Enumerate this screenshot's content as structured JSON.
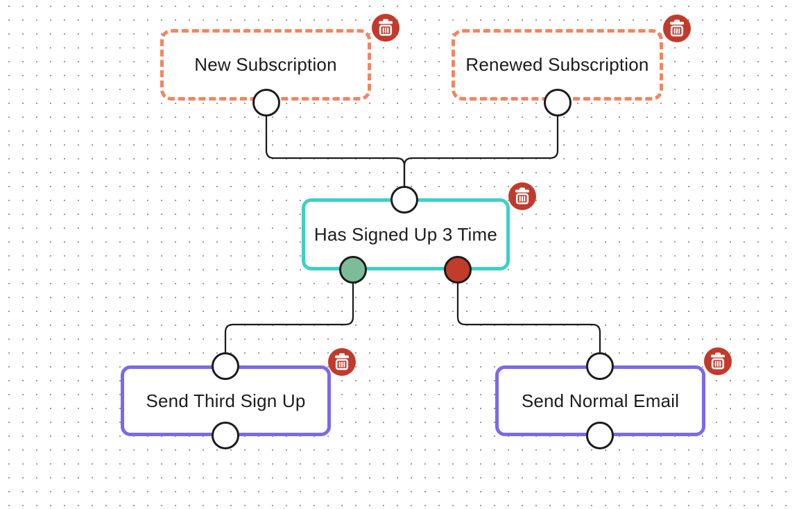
{
  "canvas": {
    "type": "workflow-editor",
    "background_color": "#ffffff",
    "background_dot_color": "#999999",
    "edge_color": "#1b1b1b"
  },
  "nodes": [
    {
      "id": "new-subscription",
      "label": "New Subscription",
      "kind": "trigger",
      "border_color": "#F4845F",
      "border_style": "dashed"
    },
    {
      "id": "renewed-subscription",
      "label": "Renewed Subscription",
      "kind": "trigger",
      "border_color": "#F4845F",
      "border_style": "dashed"
    },
    {
      "id": "has-signed-up-3-time",
      "label": "Has Signed Up 3 Time",
      "kind": "condition",
      "border_color": "#3BD1C6",
      "border_style": "solid"
    },
    {
      "id": "send-third-sign-up",
      "label": "Send Third Sign Up",
      "kind": "action",
      "border_color": "#7B68EE",
      "border_style": "solid"
    },
    {
      "id": "send-normal-email",
      "label": "Send Normal Email",
      "kind": "action",
      "border_color": "#7B68EE",
      "border_style": "solid"
    }
  ],
  "handles": {
    "default_color": "#ffffff",
    "ring_color": "#1b1b1b",
    "true_branch_color": "#7CBD97",
    "false_branch_color": "#C13C2B"
  },
  "edges": [
    {
      "from": "new-subscription",
      "to": "has-signed-up-3-time"
    },
    {
      "from": "renewed-subscription",
      "to": "has-signed-up-3-time"
    },
    {
      "from": "has-signed-up-3-time:true",
      "to": "send-third-sign-up"
    },
    {
      "from": "has-signed-up-3-time:false",
      "to": "send-normal-email"
    }
  ],
  "icons": {
    "delete": {
      "name": "trash-icon",
      "background": "#C13A2B",
      "glyph_color": "#ffffff"
    }
  }
}
